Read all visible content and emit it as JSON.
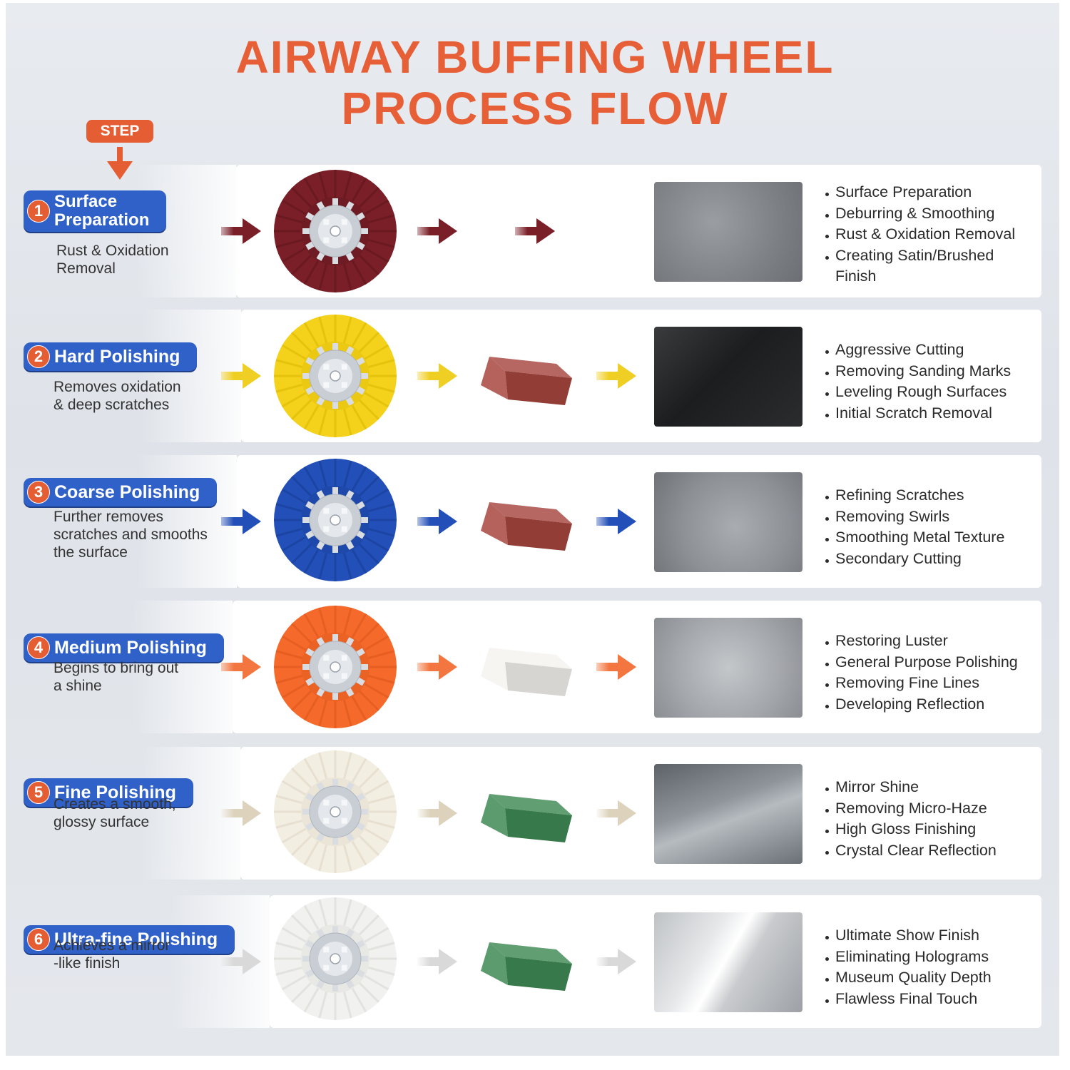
{
  "title": {
    "line1": "AIRWAY BUFFING WHEEL",
    "line2": "PROCESS FLOW"
  },
  "step_label": "STEP",
  "colors": {
    "accent": "#e65f37",
    "pill": "#3061c8"
  },
  "steps": [
    {
      "number": "1",
      "name": "Surface\nPreparation",
      "description": "Rust & Oxidation\nRemoval",
      "wheel_color": "#7a1f28",
      "wheel_dark": "#5c141c",
      "arrow_color": "#7a1f28",
      "compound": null,
      "benefits": [
        "Surface Preparation",
        "Deburring & Smoothing",
        "Rust & Oxidation Removal",
        "Creating Satin/Brushed",
        "Finish"
      ]
    },
    {
      "number": "2",
      "name": "Hard Polishing",
      "description": "Removes oxidation\n& deep scratches",
      "wheel_color": "#f4d21c",
      "wheel_dark": "#d9b600",
      "arrow_color": "#f0cf24",
      "compound": "#a8463f",
      "benefits": [
        "Aggressive Cutting",
        "Removing Sanding Marks",
        "Leveling Rough Surfaces",
        "Initial Scratch Removal"
      ]
    },
    {
      "number": "3",
      "name": "Coarse Polishing",
      "description": "Further removes\nscratches and smooths\nthe surface",
      "wheel_color": "#2350b8",
      "wheel_dark": "#173c92",
      "arrow_color": "#2350b8",
      "compound": "#a8463f",
      "benefits": [
        "Refining Scratches",
        "Removing Swirls",
        "Smoothing Metal Texture",
        "Secondary Cutting"
      ]
    },
    {
      "number": "4",
      "name": "Medium Polishing",
      "description": "Begins to bring out\na shine",
      "wheel_color": "#f56a2a",
      "wheel_dark": "#d8531a",
      "arrow_color": "#f37640",
      "compound": "#f4f3ef",
      "benefits": [
        "Restoring Luster",
        "General Purpose Polishing",
        "Removing Fine Lines",
        "Developing Reflection"
      ]
    },
    {
      "number": "5",
      "name": "Fine Polishing",
      "description": "Creates a smooth,\nglossy surface",
      "wheel_color": "#f3eee2",
      "wheel_dark": "#ddd5c2",
      "arrow_color": "#ddd3bd",
      "compound": "#3f8a55",
      "benefits": [
        "Mirror Shine",
        "Removing Micro-Haze",
        "High Gloss Finishing",
        "Crystal Clear Reflection"
      ]
    },
    {
      "number": "6",
      "name": "Ultra-fine Polishing",
      "description": "Achieves a mirror\n-like finish",
      "wheel_color": "#f1f1ef",
      "wheel_dark": "#d6d6d2",
      "arrow_color": "#d9d9d9",
      "compound": "#3f8a55",
      "benefits": [
        "Ultimate Show Finish",
        "Eliminating Holograms",
        "Museum Quality Depth",
        "Flawless Final Touch"
      ]
    }
  ]
}
